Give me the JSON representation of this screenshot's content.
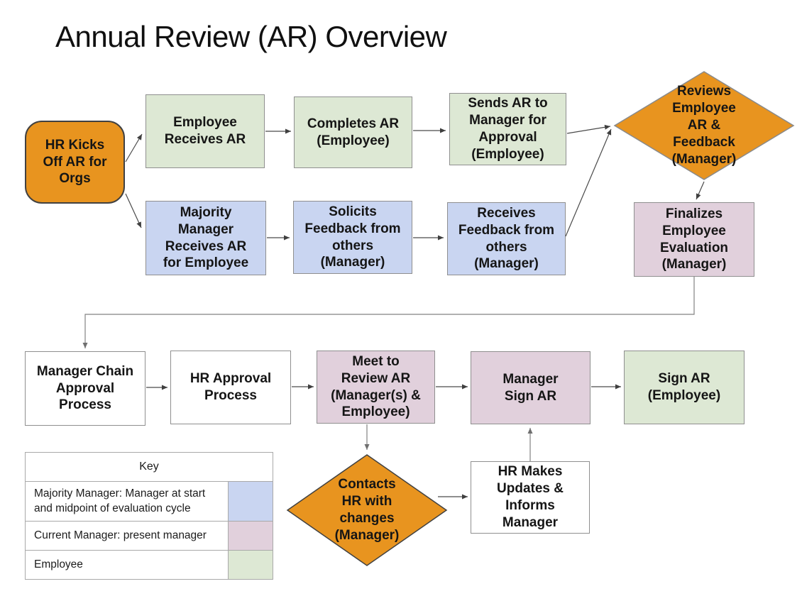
{
  "title": "Annual Review (AR) Overview",
  "colors": {
    "orange": "#E8941F",
    "green": "#DDE8D4",
    "blue": "#C9D5F1",
    "pink": "#E1D0DC",
    "white": "#FFFFFF",
    "border_gray": "#8F8F8F",
    "border_dark": "#414141",
    "arrow_dark": "#4a4a4a",
    "arrow_gray": "#828282"
  },
  "nodes": {
    "hr_kickoff": {
      "label": "HR Kicks\nOff AR for\nOrgs"
    },
    "employee_receives": {
      "label": "Employee\nReceives AR"
    },
    "completes_ar": {
      "label": "Completes AR\n(Employee)"
    },
    "sends_ar": {
      "label": "Sends AR to\nManager for\nApproval\n(Employee)"
    },
    "reviews_feedback": {
      "label": "Reviews\nEmployee\nAR &\nFeedback\n(Manager)"
    },
    "majority_manager_receives": {
      "label": "Majority\nManager\nReceives AR\nfor Employee"
    },
    "solicits_feedback": {
      "label": "Solicits\nFeedback from\nothers\n(Manager)"
    },
    "receives_feedback": {
      "label": "Receives\nFeedback from\nothers\n(Manager)"
    },
    "finalizes_evaluation": {
      "label": "Finalizes\nEmployee\nEvaluation\n(Manager)"
    },
    "manager_chain_approval": {
      "label": "Manager Chain\nApproval\nProcess"
    },
    "hr_approval": {
      "label": "HR Approval\nProcess"
    },
    "meet_to_review": {
      "label": "Meet to\nReview AR\n(Manager(s) &\nEmployee)"
    },
    "manager_sign": {
      "label": "Manager\nSign AR"
    },
    "sign_ar_employee": {
      "label": "Sign AR\n(Employee)"
    },
    "contacts_hr": {
      "label": "Contacts\nHR with\nchanges\n(Manager)"
    },
    "hr_makes_updates": {
      "label": "HR Makes\nUpdates &\nInforms\nManager"
    }
  },
  "key": {
    "title": "Key",
    "rows": [
      {
        "label": "Majority Manager: Manager at start and midpoint of evaluation cycle",
        "color": "#C9D5F1"
      },
      {
        "label": "Current Manager: present manager",
        "color": "#E1D0DC"
      },
      {
        "label": "Employee",
        "color": "#DDE8D4"
      }
    ]
  }
}
